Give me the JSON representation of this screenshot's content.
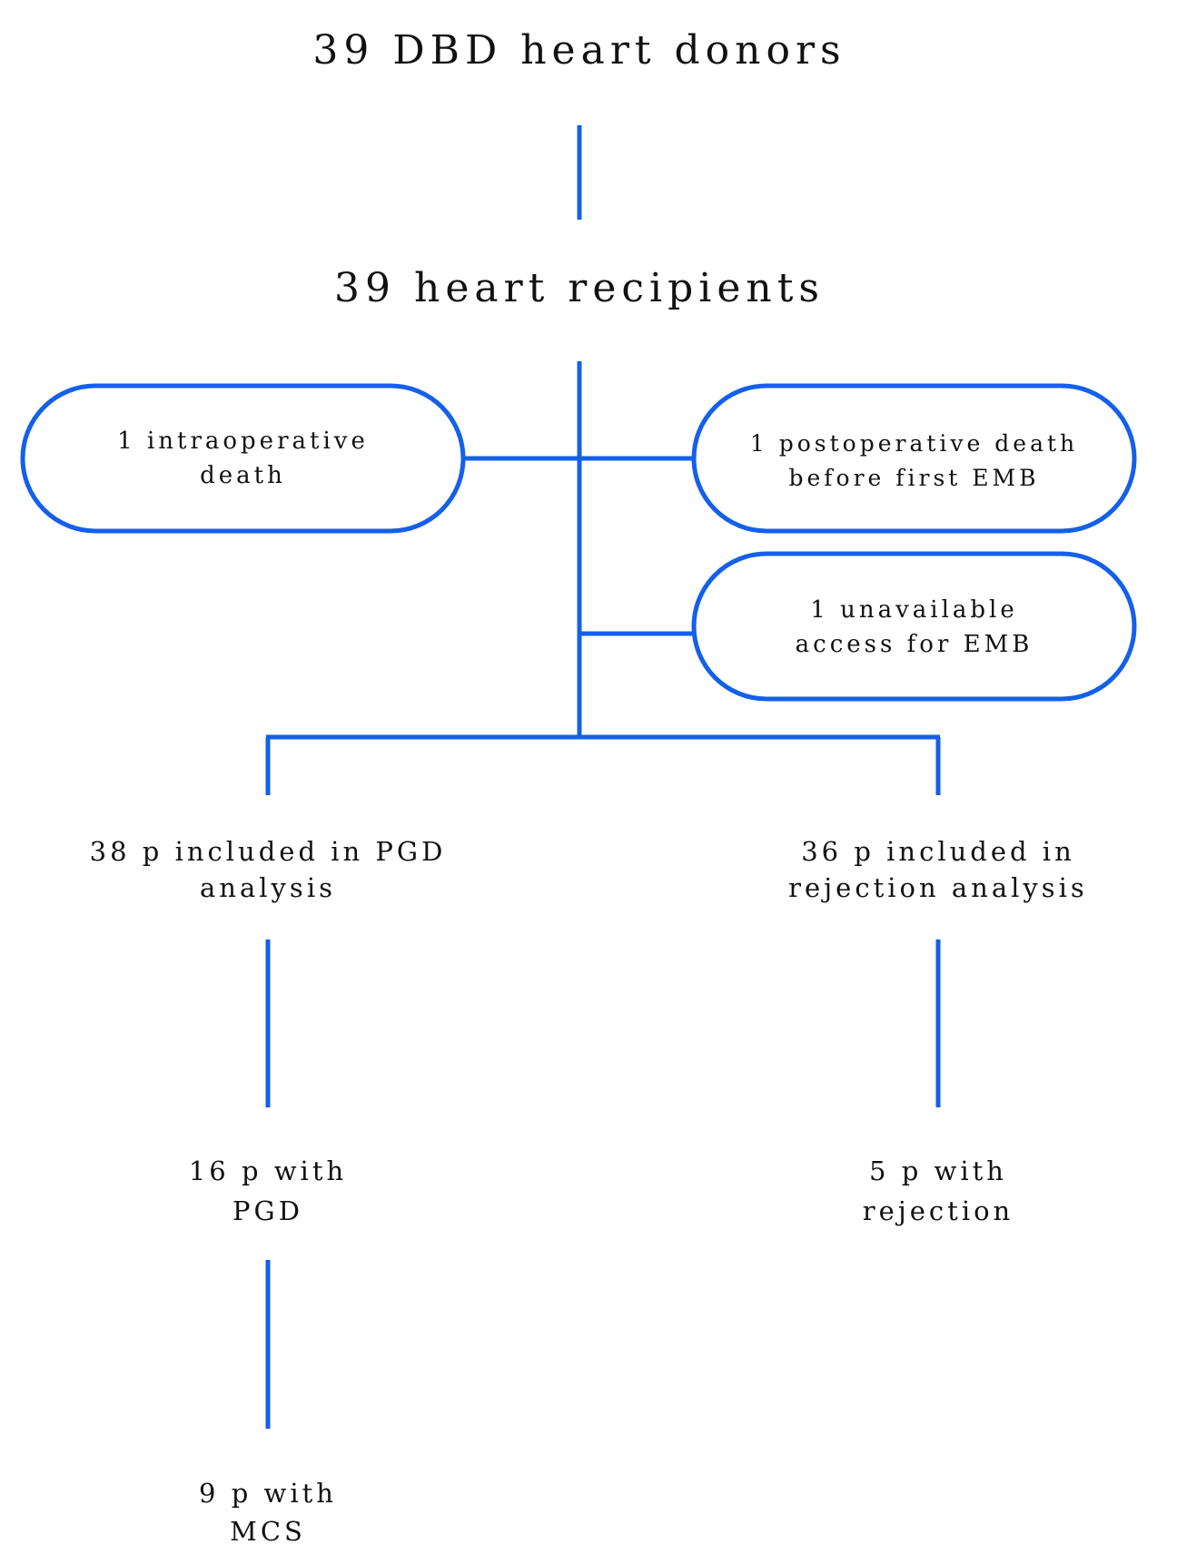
{
  "colors": {
    "line": "#1460ea",
    "text": "#111111",
    "background": "#ffffff"
  },
  "nodes": {
    "donors": "39 DBD heart donors",
    "recipients": "39 heart recipients",
    "intraoperative_death": "1 intraoperative\ndeath",
    "postoperative_death": "1 postoperative death\nbefore first EMB",
    "unavailable_access": "1 unavailable\naccess for EMB",
    "pgd_included": "38 p included in PGD\nanalysis",
    "rejection_included": "36 p included in\nrejection analysis",
    "with_pgd": "16 p with\nPGD",
    "with_rejection": "5 p with\nrejection",
    "with_mcs": "9 p with\nMCS"
  }
}
